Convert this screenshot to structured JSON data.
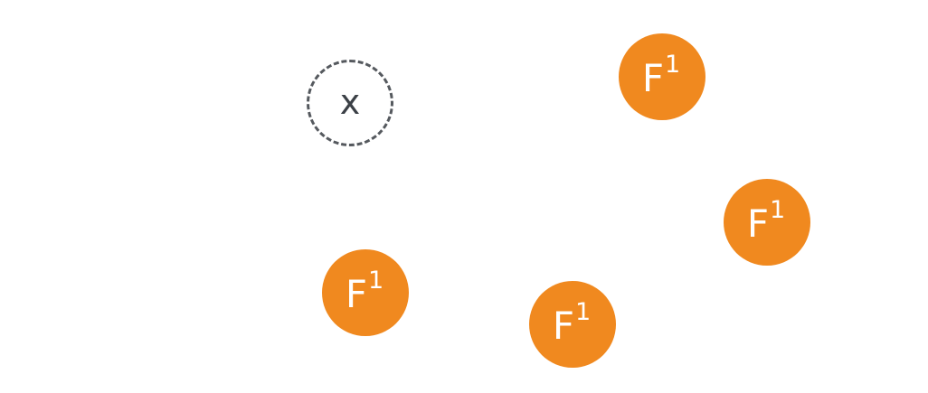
{
  "drop_slot": {
    "label": "x"
  },
  "tokens": [
    {
      "base": "F",
      "superscript": "1"
    },
    {
      "base": "F",
      "superscript": "1"
    },
    {
      "base": "F",
      "superscript": "1"
    },
    {
      "base": "F",
      "superscript": "1"
    }
  ],
  "colors": {
    "token_fill": "#f0891f",
    "token_text": "#ffffff",
    "slot_border": "#55595e",
    "slot_text": "#3b4046",
    "background": "#ffffff"
  }
}
